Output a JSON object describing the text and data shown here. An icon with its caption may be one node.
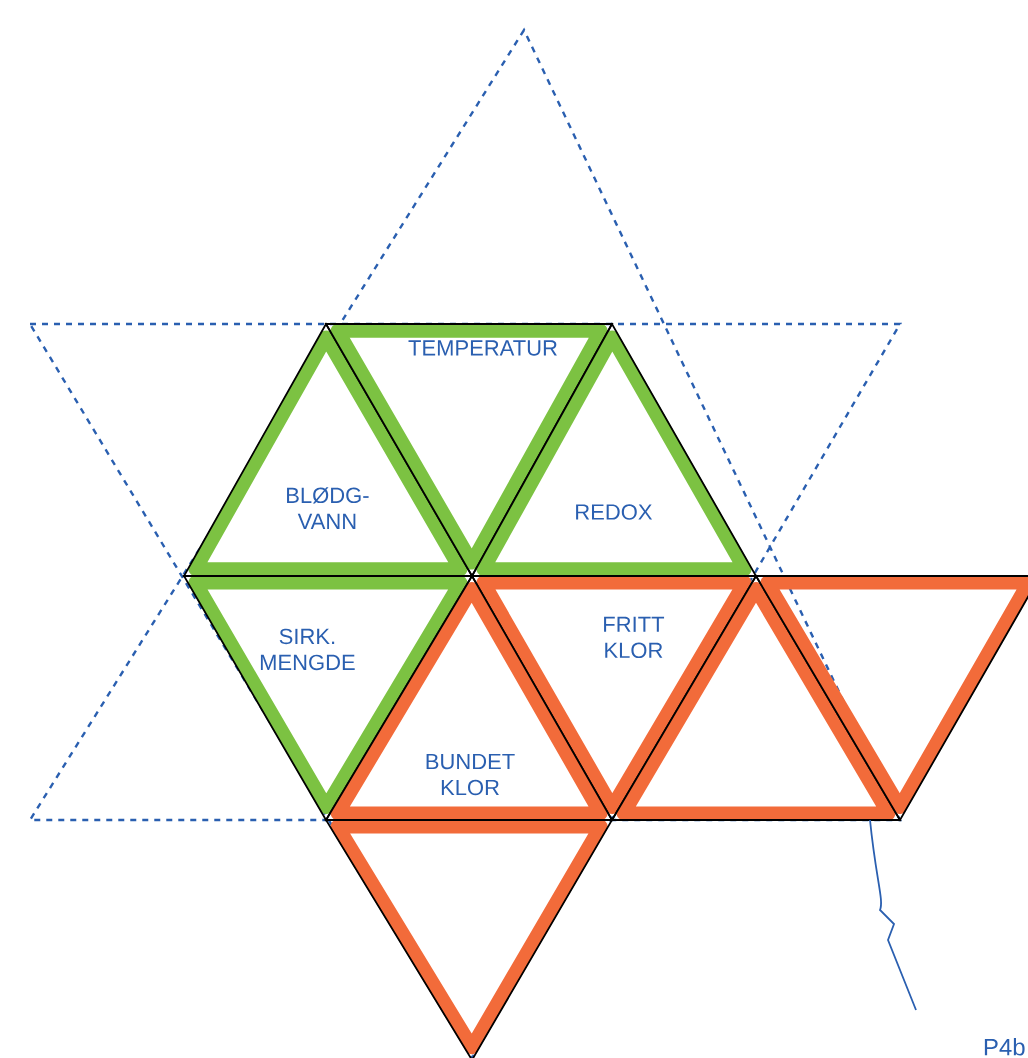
{
  "diagram": {
    "nodes": [
      {
        "text": [
          "BLØDG- VANN"
        ]
      },
      {
        "text": [
          "TEMPERATUR"
        ]
      },
      {
        "text": [
          "REDOX"
        ]
      },
      {
        "text": [
          "SIRK. MENGDE"
        ]
      },
      {
        "text": [
          "FRITT KLOR"
        ]
      },
      {
        "text": [
          "BUNDET KLOR"
        ]
      },
      {
        "text": [],
        "shape": "triangle"
      },
      {
        "text": [],
        "shape": "triangle"
      },
      {
        "text": [],
        "shape": "triangle"
      }
    ],
    "labels": [
      "P4b"
    ]
  }
}
